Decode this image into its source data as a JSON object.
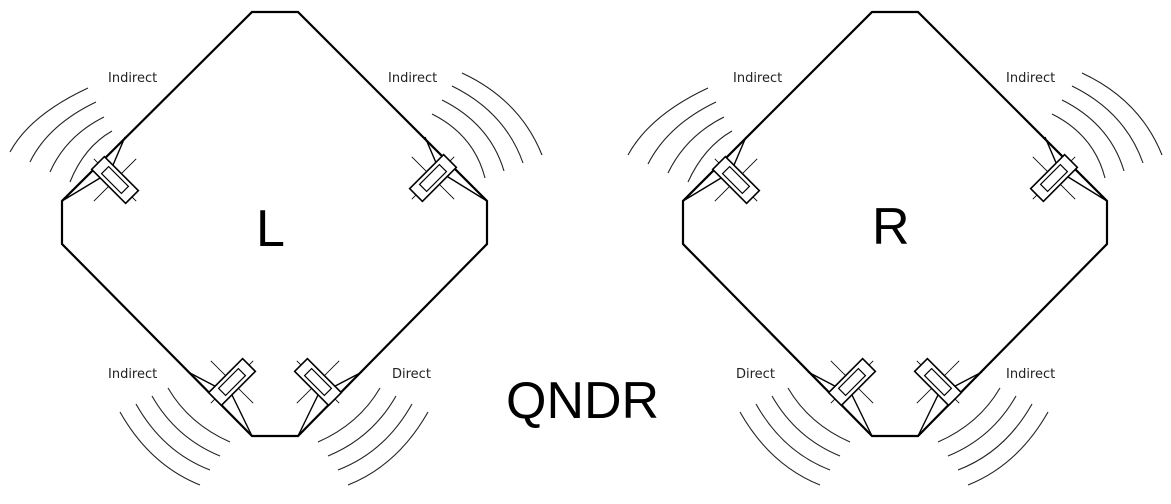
{
  "diagram": {
    "title": "QNDR",
    "left_robot": {
      "label": "L",
      "sensors": {
        "top_left": "Indirect",
        "top_right": "Indirect",
        "bottom_left": "Indirect",
        "bottom_right": "Direct"
      }
    },
    "right_robot": {
      "label": "R",
      "sensors": {
        "top_left": "Indirect",
        "top_right": "Indirect",
        "bottom_left": "Direct",
        "bottom_right": "Indirect"
      }
    }
  }
}
